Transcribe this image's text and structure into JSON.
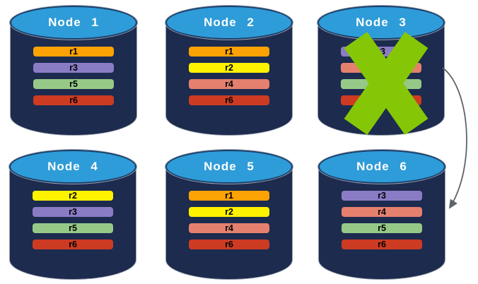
{
  "diagram": {
    "background": "#FFFFFF",
    "nodes": [
      {
        "label": "Node 1",
        "failed": false,
        "replicas": [
          {
            "label": "r1",
            "color": "#FCA204"
          },
          {
            "label": "r3",
            "color": "#8A7CC4"
          },
          {
            "label": "r5",
            "color": "#96C987"
          },
          {
            "label": "r6",
            "color": "#CE3B23"
          }
        ]
      },
      {
        "label": "Node 2",
        "failed": false,
        "replicas": [
          {
            "label": "r1",
            "color": "#FCA204"
          },
          {
            "label": "r2",
            "color": "#FEF200"
          },
          {
            "label": "r4",
            "color": "#E5806E"
          },
          {
            "label": "r6",
            "color": "#CE3B23"
          }
        ]
      },
      {
        "label": "Node 3",
        "failed": true,
        "replicas": [
          {
            "label": "r3",
            "color": "#8A7CC4"
          },
          {
            "label": "",
            "color": "#E5806E"
          },
          {
            "label": "",
            "color": "#96C987"
          },
          {
            "label": "",
            "color": "#CE3B23"
          }
        ]
      },
      {
        "label": "Node 4",
        "failed": false,
        "replicas": [
          {
            "label": "r2",
            "color": "#FEF200"
          },
          {
            "label": "r3",
            "color": "#8A7CC4"
          },
          {
            "label": "r5",
            "color": "#96C987"
          },
          {
            "label": "r6",
            "color": "#CE3B23"
          }
        ]
      },
      {
        "label": "Node 5",
        "failed": false,
        "replicas": [
          {
            "label": "r1",
            "color": "#FCA204"
          },
          {
            "label": "r2",
            "color": "#FEF200"
          },
          {
            "label": "r4",
            "color": "#E5806E"
          },
          {
            "label": "r6",
            "color": "#CE3B23"
          }
        ]
      },
      {
        "label": "Node 6",
        "failed": false,
        "replicas": [
          {
            "label": "r3",
            "color": "#8A7CC4"
          },
          {
            "label": "r4",
            "color": "#E5806E"
          },
          {
            "label": "r5",
            "color": "#96C987"
          },
          {
            "label": "r6",
            "color": "#CE3B23"
          }
        ]
      }
    ],
    "colors": {
      "cylinder_body": "#1D2B4E",
      "cylinder_top": "#2E9CD8",
      "failure_cross": "#85C706",
      "arrow": "#5F6368"
    },
    "annotations": {
      "failure_cross_node": "Node 3",
      "arrow_from": "Node 3",
      "arrow_to": "Node 6"
    }
  }
}
